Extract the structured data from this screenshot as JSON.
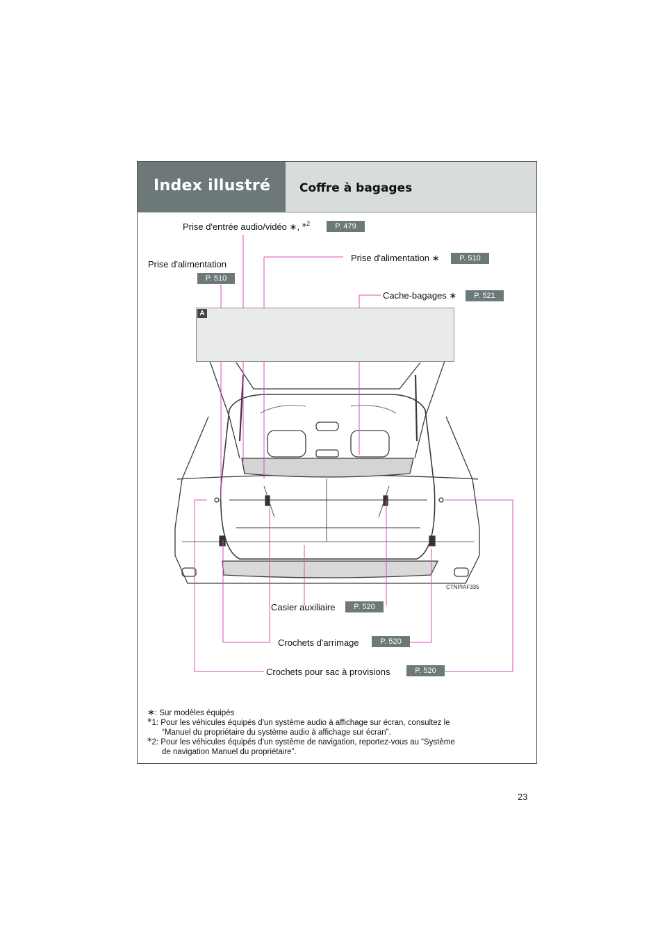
{
  "header": {
    "section": "Index illustré",
    "title": "Coffre à bagages"
  },
  "callouts": {
    "audio_input": {
      "label": "Prise d'entrée audio/vidéo ",
      "suffix": "2",
      "page": "P. 479"
    },
    "power_outlet_right": {
      "label": "Prise d'alimentation ",
      "page": "P. 510"
    },
    "power_outlet_left": {
      "label": "Prise d'alimentation",
      "page": "P. 510"
    },
    "tonneau_cover": {
      "label": "Cache-bagages ",
      "page": "P. 521"
    },
    "aux_box": {
      "label": "Casier auxiliaire",
      "page": "P. 520"
    },
    "tie_down_hooks": {
      "label": "Crochets d'arrimage",
      "page": "P. 520"
    },
    "grocery_hooks": {
      "label": "Crochets pour sac à provisions",
      "page": "P. 520"
    }
  },
  "callout_box_letter": "A",
  "image_code": "CTNPIAF335",
  "notes": {
    "note0": ": Sur modèles équipés",
    "note1_mark": "1",
    "note1_line1": ":  Pour les véhicules équipés d'un système audio à affichage sur écran, consultez le",
    "note1_line2": "“Manuel du propriétaire du système audio à affichage sur écran”.",
    "note2_mark": "2",
    "note2_line1": ":  Pour les véhicules équipés d'un système de navigation, reportez-vous au “Système",
    "note2_line2": "de navigation Manuel du propriétaire”."
  },
  "page_number": "23",
  "colors": {
    "header_dark": "#6d7878",
    "header_light": "#d8dcdc",
    "leader": "#e04bb0"
  }
}
